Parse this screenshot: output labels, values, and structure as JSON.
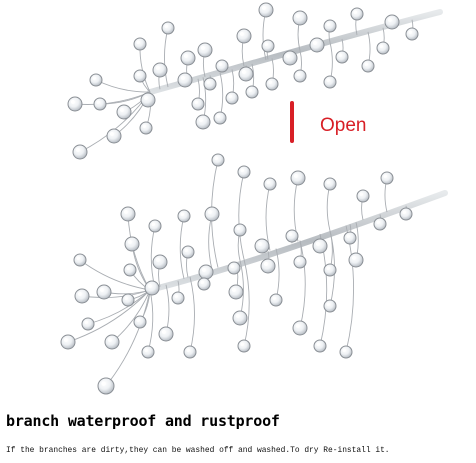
{
  "labels": {
    "open": "Open"
  },
  "text": {
    "headline": "branch waterproof and rustproof",
    "caption": "If the branches are dirty,they can be washed off and washed.To dry Re-install it."
  },
  "colors": {
    "accent_red": "#d81f26",
    "text": "#000000",
    "background": "#ffffff",
    "bead_outline": "#8a8f95",
    "bead_fill": "#f3f5f7",
    "wire": "#a9adb2",
    "stem": "#c6cacd"
  }
}
